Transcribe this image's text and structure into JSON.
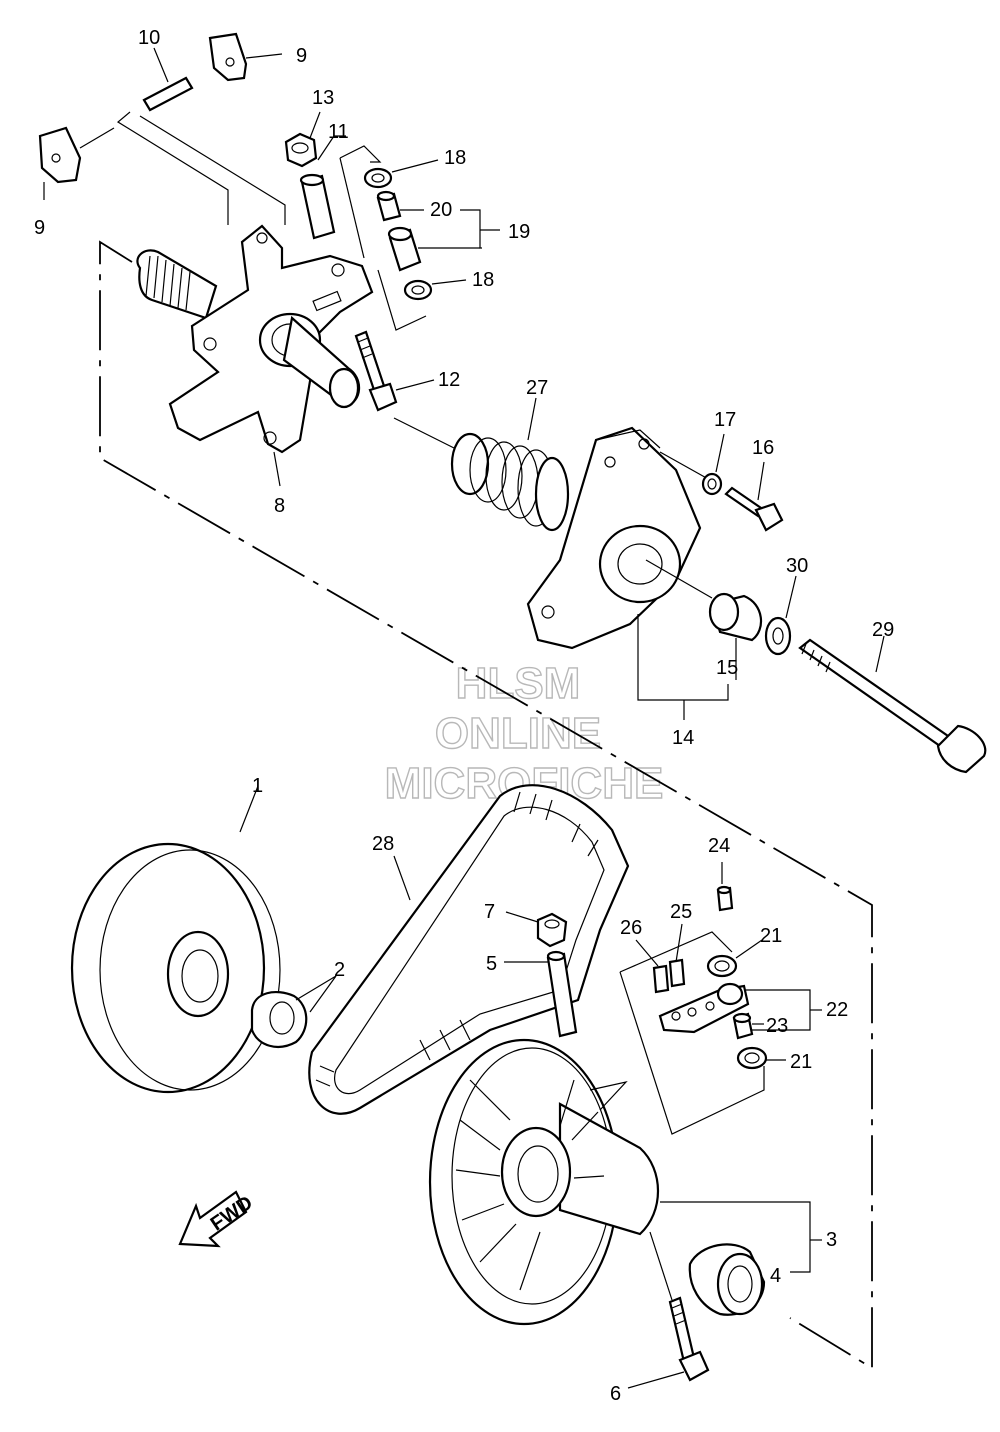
{
  "watermark": {
    "line1": "HLSM",
    "line2": "ONLINE",
    "line3": "MICROFICHE"
  },
  "direction_label": "FWD",
  "callouts": {
    "c1": "1",
    "c2": "2",
    "c3": "3",
    "c4": "4",
    "c5": "5",
    "c6": "6",
    "c7": "7",
    "c8": "8",
    "c9a": "9",
    "c9b": "9",
    "c10": "10",
    "c11": "11",
    "c12": "12",
    "c13": "13",
    "c14": "14",
    "c15": "15",
    "c16": "16",
    "c17": "17",
    "c18a": "18",
    "c18b": "18",
    "c19": "19",
    "c20": "20",
    "c21a": "21",
    "c21b": "21",
    "c22": "22",
    "c23": "23",
    "c24": "24",
    "c25": "25",
    "c26": "26",
    "c27": "27",
    "c28": "28",
    "c29": "29",
    "c30": "30"
  }
}
